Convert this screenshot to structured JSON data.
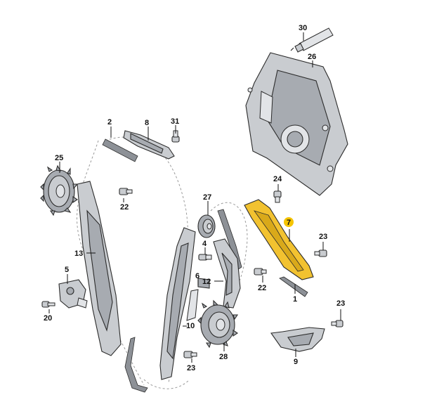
{
  "diagram": {
    "highlight_color": "#f2c230",
    "highlight_badge_color": "#f5c400",
    "callouts": {
      "c1": "1",
      "c2": "2",
      "c5": "5",
      "c6": "6",
      "c7": "7",
      "c8": "8",
      "c9": "9",
      "c10": "10",
      "c12": "12",
      "c13": "13",
      "c20": "20",
      "c22a": "22",
      "c22b": "22",
      "c23a": "23",
      "c23b": "23",
      "c23c": "23",
      "c24": "24",
      "c25": "25",
      "c26": "26",
      "c27": "27",
      "c28": "28",
      "c30": "30",
      "c31": "31",
      "c4": "4"
    }
  }
}
